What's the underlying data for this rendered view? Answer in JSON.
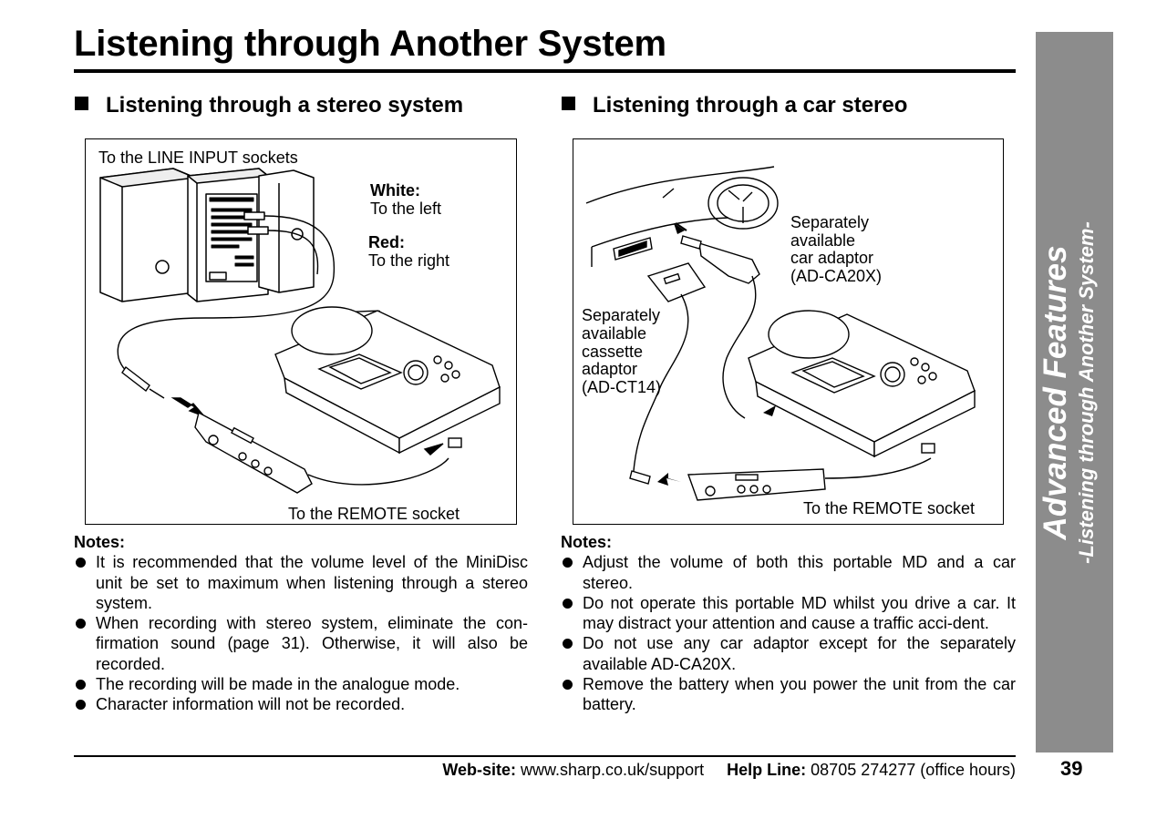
{
  "page": {
    "title": "Listening through Another System",
    "page_number": "39"
  },
  "side_tab": {
    "title": "Advanced Features",
    "subtitle": "-Listening through Another System-"
  },
  "left": {
    "heading": "Listening through a stereo system",
    "figure": {
      "line_input": "To the LINE INPUT sockets",
      "white_title": "White:",
      "white_desc": "To the left",
      "red_title": "Red:",
      "red_desc": "To the right",
      "remote": "To the  REMOTE socket"
    },
    "notes": {
      "title": "Notes:",
      "items": [
        "It is recommended that the volume level of the MiniDisc unit be set to maximum when listening through a stereo system.",
        "When recording with stereo system, eliminate the con-firmation sound (page 31). Otherwise, it will also be recorded.",
        "The recording will be made in the analogue mode.",
        "Character information will not be recorded."
      ]
    }
  },
  "right": {
    "heading": "Listening through a car stereo",
    "figure": {
      "car_adaptor": [
        "Separately",
        "available",
        "car adaptor",
        "(AD-CA20X)"
      ],
      "cassette_adaptor": [
        "Separately",
        "available",
        "cassette",
        "adaptor",
        "(AD-CT14)"
      ],
      "remote": "To the REMOTE socket"
    },
    "notes": {
      "title": "Notes:",
      "items": [
        "Adjust the volume of both this portable MD and a car stereo.",
        "Do not operate this portable MD whilst you drive a car. It may distract your attention and cause a traffic acci-dent.",
        "Do not use any car adaptor except for the separately available AD-CA20X.",
        "Remove the battery when you power the unit from the car battery."
      ]
    }
  },
  "footer": {
    "website_label": "Web-site:",
    "website": "www.sharp.co.uk/support",
    "helpline_label": "Help Line:",
    "helpline": "08705 274277 (office hours)"
  }
}
